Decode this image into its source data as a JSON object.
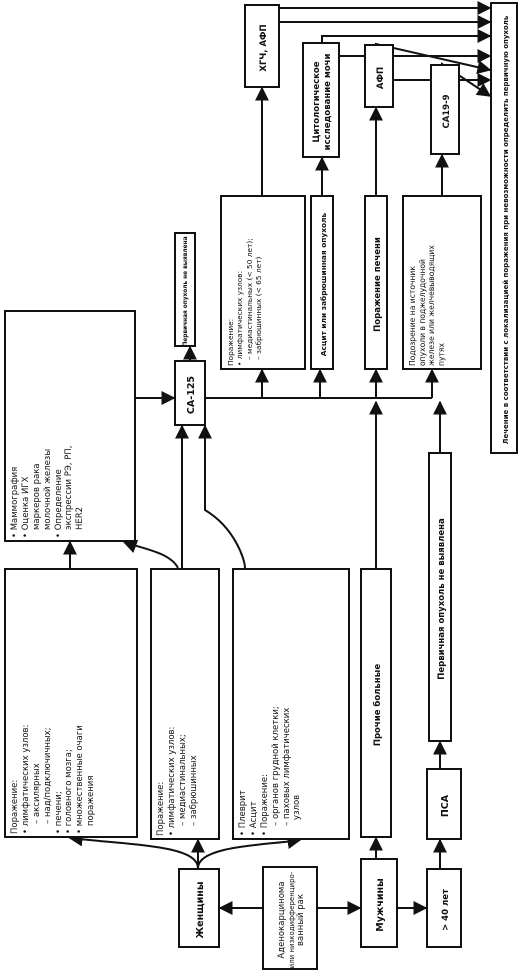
{
  "nodes": {
    "adeno": {
      "lines": [
        "Аденокарцинома",
        "или низкодифференциро-",
        "ванный рак"
      ]
    },
    "women": {
      "text": "Женщины"
    },
    "men": {
      "text": "Мужчины"
    },
    "age40": {
      "text": "> 40 лет"
    },
    "psa": {
      "text": "ПСА"
    },
    "other": {
      "text": "Прочие больные"
    },
    "ca125": {
      "text": "CA-125"
    },
    "w1": {
      "lines": [
        "Поражение:",
        "• лимфатических узлов:",
        "  – аксилярных",
        "  – над/подключичных;",
        "• печени;",
        "• головного мозга;",
        "• множественные очаги",
        "  поражения"
      ]
    },
    "w2": {
      "lines": [
        "Поражение:",
        "• лимфатических узлов:",
        "  – медиастинальных;",
        "  – забрюшинных"
      ]
    },
    "w3": {
      "lines": [
        "• Плеврит",
        "• Асцит",
        "• Поражение:",
        "  – органов грудной клетки;",
        "  – паховых лимфатических",
        "    узлов"
      ]
    },
    "mammo": {
      "lines": [
        "• Маммография",
        "• Оценка ИГХ",
        "  маркеров рака",
        "  молочной железы",
        "• Определение",
        "  экспрессии РЭ, РП,",
        "  HER2"
      ]
    },
    "notFound1": {
      "text": "Первичная опухоль не выявлена"
    },
    "notFound2": {
      "text": "Первичная опухоль не выявлена"
    },
    "r1": {
      "lines": [
        "Поражение:",
        "• лимфатических узлов:",
        "  – медиастинальных (< 50 лет);",
        "  – забрюшинных (< 65 лет)"
      ]
    },
    "r2": {
      "text": "Асцит или забрюшинная опухоль"
    },
    "r3": {
      "text": "Поражение печени"
    },
    "r4": {
      "lines": [
        "Подозрение на источник",
        "опухоли в поджелудочной",
        "железе или желчевыводящих",
        "путях"
      ]
    },
    "hcg": {
      "text": "ХГЧ, АФП"
    },
    "cyto": {
      "lines": [
        "Цитологическое",
        "исследование мочи"
      ]
    },
    "afp": {
      "text": "АФП"
    },
    "ca199": {
      "text": "CA19-9"
    },
    "final": {
      "text": "Лечение в соответствии с локализацией поражения при невозможности определить первичную опухоль"
    }
  }
}
